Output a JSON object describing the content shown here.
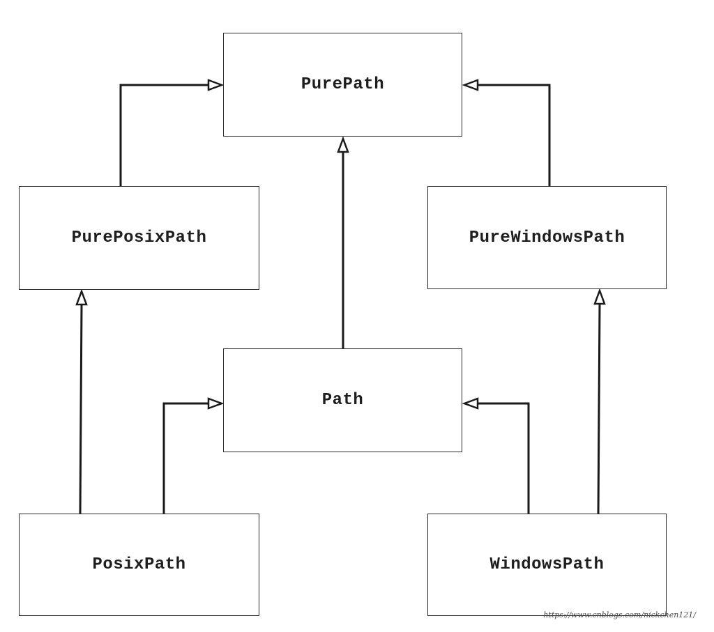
{
  "classes": {
    "pure_path": "PurePath",
    "pure_posix_path": "PurePosixPath",
    "pure_windows_path": "PureWindowsPath",
    "path": "Path",
    "posix_path": "PosixPath",
    "windows_path": "WindowsPath"
  },
  "inheritance": [
    {
      "from": "PurePosixPath",
      "to": "PurePath"
    },
    {
      "from": "PureWindowsPath",
      "to": "PurePath"
    },
    {
      "from": "Path",
      "to": "PurePath"
    },
    {
      "from": "PosixPath",
      "to": "PurePosixPath"
    },
    {
      "from": "PosixPath",
      "to": "Path"
    },
    {
      "from": "WindowsPath",
      "to": "Path"
    },
    {
      "from": "WindowsPath",
      "to": "PureWindowsPath"
    }
  ],
  "watermark": "https://www.cnblogs.com/nickchen121/",
  "colors": {
    "line": "#1a1a1a",
    "box_border": "#2a2a2a",
    "background": "#ffffff"
  }
}
